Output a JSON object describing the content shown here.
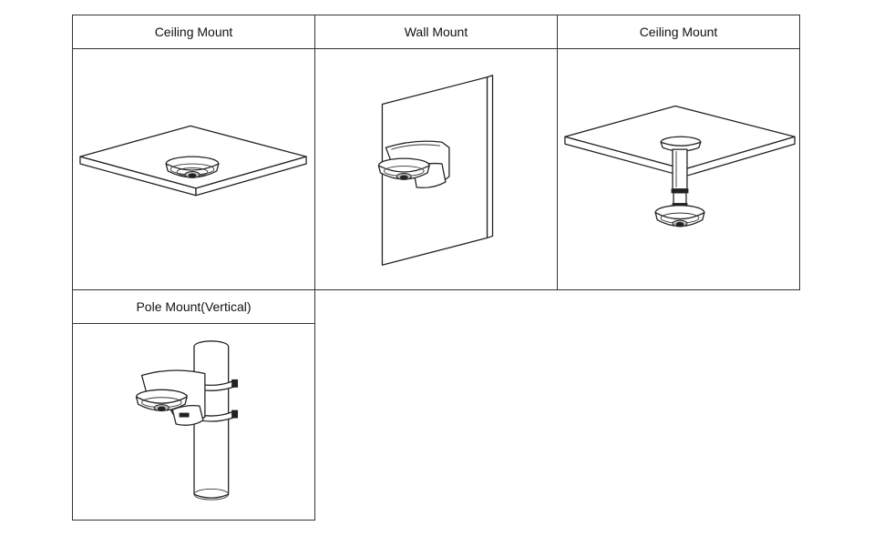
{
  "cells": [
    {
      "title": "Ceiling Mount"
    },
    {
      "title": "Wall Mount"
    },
    {
      "title": "Ceiling Mount"
    },
    {
      "title": "Pole Mount(Vertical)"
    }
  ]
}
